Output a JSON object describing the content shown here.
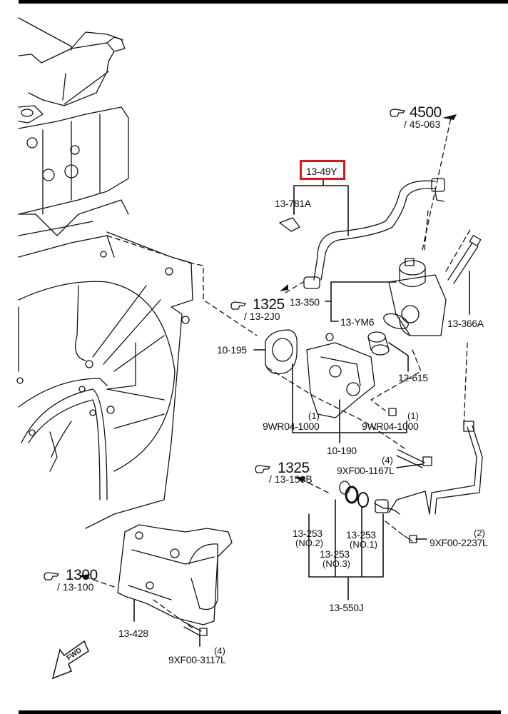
{
  "diagram": {
    "title": "High pressure fuel pump exploded view",
    "highlight_color": "#e0151c",
    "highlighted_part": "13-49Y",
    "references": [
      {
        "id": "ref-4500",
        "group": "4500",
        "sub": "/ 45-063"
      },
      {
        "id": "ref-1325-a",
        "group": "1325",
        "sub": "/ 13-2J0"
      },
      {
        "id": "ref-1325-b",
        "group": "1325",
        "sub": "/ 13-150B"
      },
      {
        "id": "ref-1300",
        "group": "1300",
        "sub": "/ 13-100"
      }
    ],
    "parts": {
      "p13_49Y": "13-49Y",
      "p13_781A": "13-781A",
      "p13_350": "13-350",
      "p13_YM6": "13-YM6",
      "p13_366A": "13-366A",
      "p10_195": "10-195",
      "p12_615": "12-615",
      "p9WR04_left": "9WR04-1000",
      "p9WR04_left_qty": "(1)",
      "p9WR04_right": "9WR04-1000",
      "p9WR04_right_qty": "(1)",
      "p10_190": "10-190",
      "p9XF00_1167L": "9XF00-1167L",
      "p9XF00_1167L_qty": "(4)",
      "p13_253_no2": "13-253",
      "p13_253_no2_sub": "(NO.2)",
      "p13_253_no3": "13-253",
      "p13_253_no3_sub": "(NO.3)",
      "p13_253_no1": "13-253",
      "p13_253_no1_sub": "(NO.1)",
      "p9XF00_2237L": "9XF00-2237L",
      "p9XF00_2237L_qty": "(2)",
      "p13_550J": "13-550J",
      "p13_428": "13-428",
      "p9XF00_3117L": "9XF00-3117L",
      "p9XF00_3117L_qty": "(4)"
    },
    "fwd_label": "FWD"
  }
}
